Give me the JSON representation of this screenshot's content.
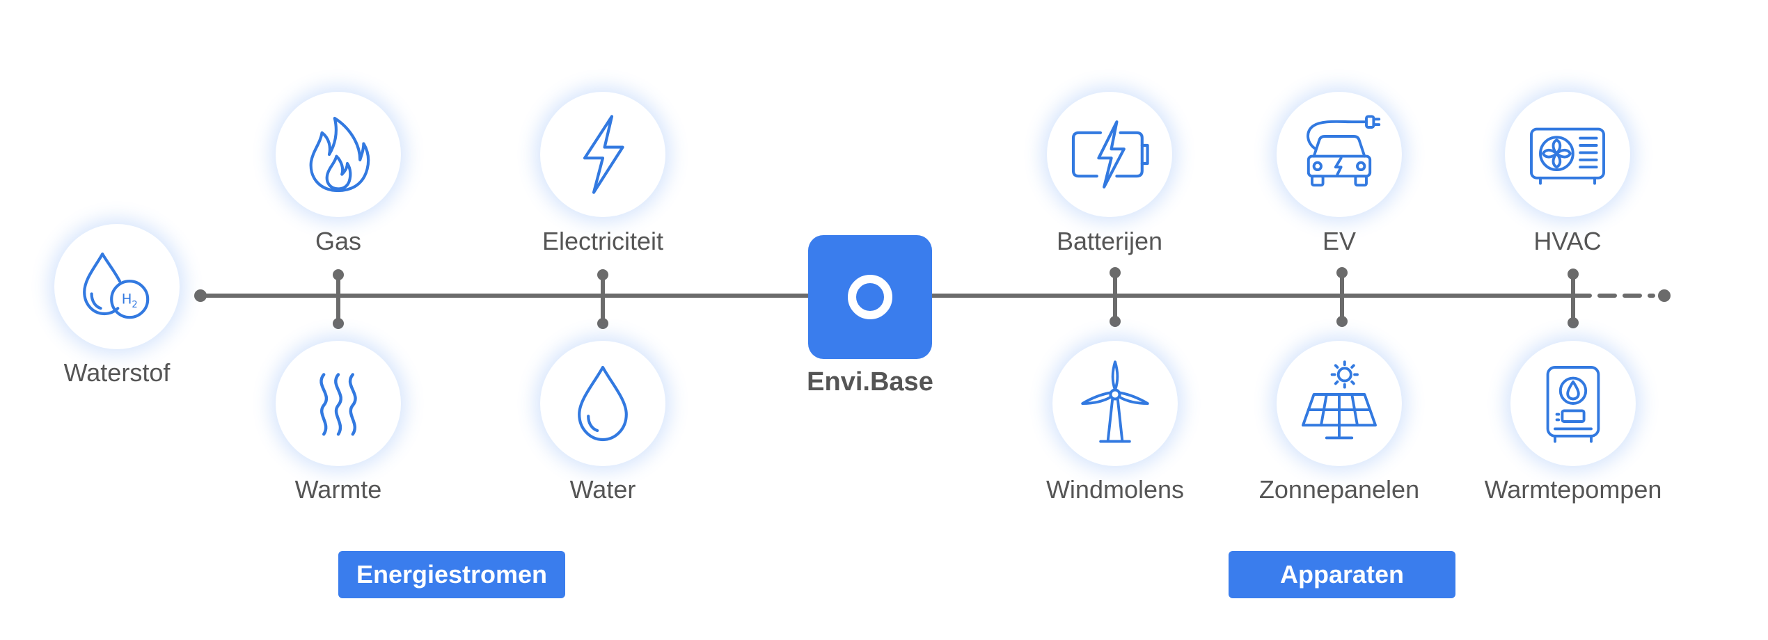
{
  "hub": {
    "label": "Envi.Base"
  },
  "nodes": {
    "waterstof": {
      "label": "Waterstof",
      "badge": "H2"
    },
    "gas": {
      "label": "Gas"
    },
    "warmte": {
      "label": "Warmte"
    },
    "electriciteit": {
      "label": "Electriciteit"
    },
    "water": {
      "label": "Water"
    },
    "batterijen": {
      "label": "Batterijen"
    },
    "windmolens": {
      "label": "Windmolens"
    },
    "ev": {
      "label": "EV"
    },
    "zonnepanelen": {
      "label": "Zonnepanelen"
    },
    "hvac": {
      "label": "HVAC"
    },
    "warmtepompen": {
      "label": "Warmtepompen"
    }
  },
  "groups": {
    "energiestromen": {
      "label": "Energiestromen"
    },
    "apparaten": {
      "label": "Apparaten"
    }
  },
  "colors": {
    "accent": "#3a7ded",
    "icon": "#3279e0",
    "line": "#6b6b6b",
    "text": "#555555"
  }
}
